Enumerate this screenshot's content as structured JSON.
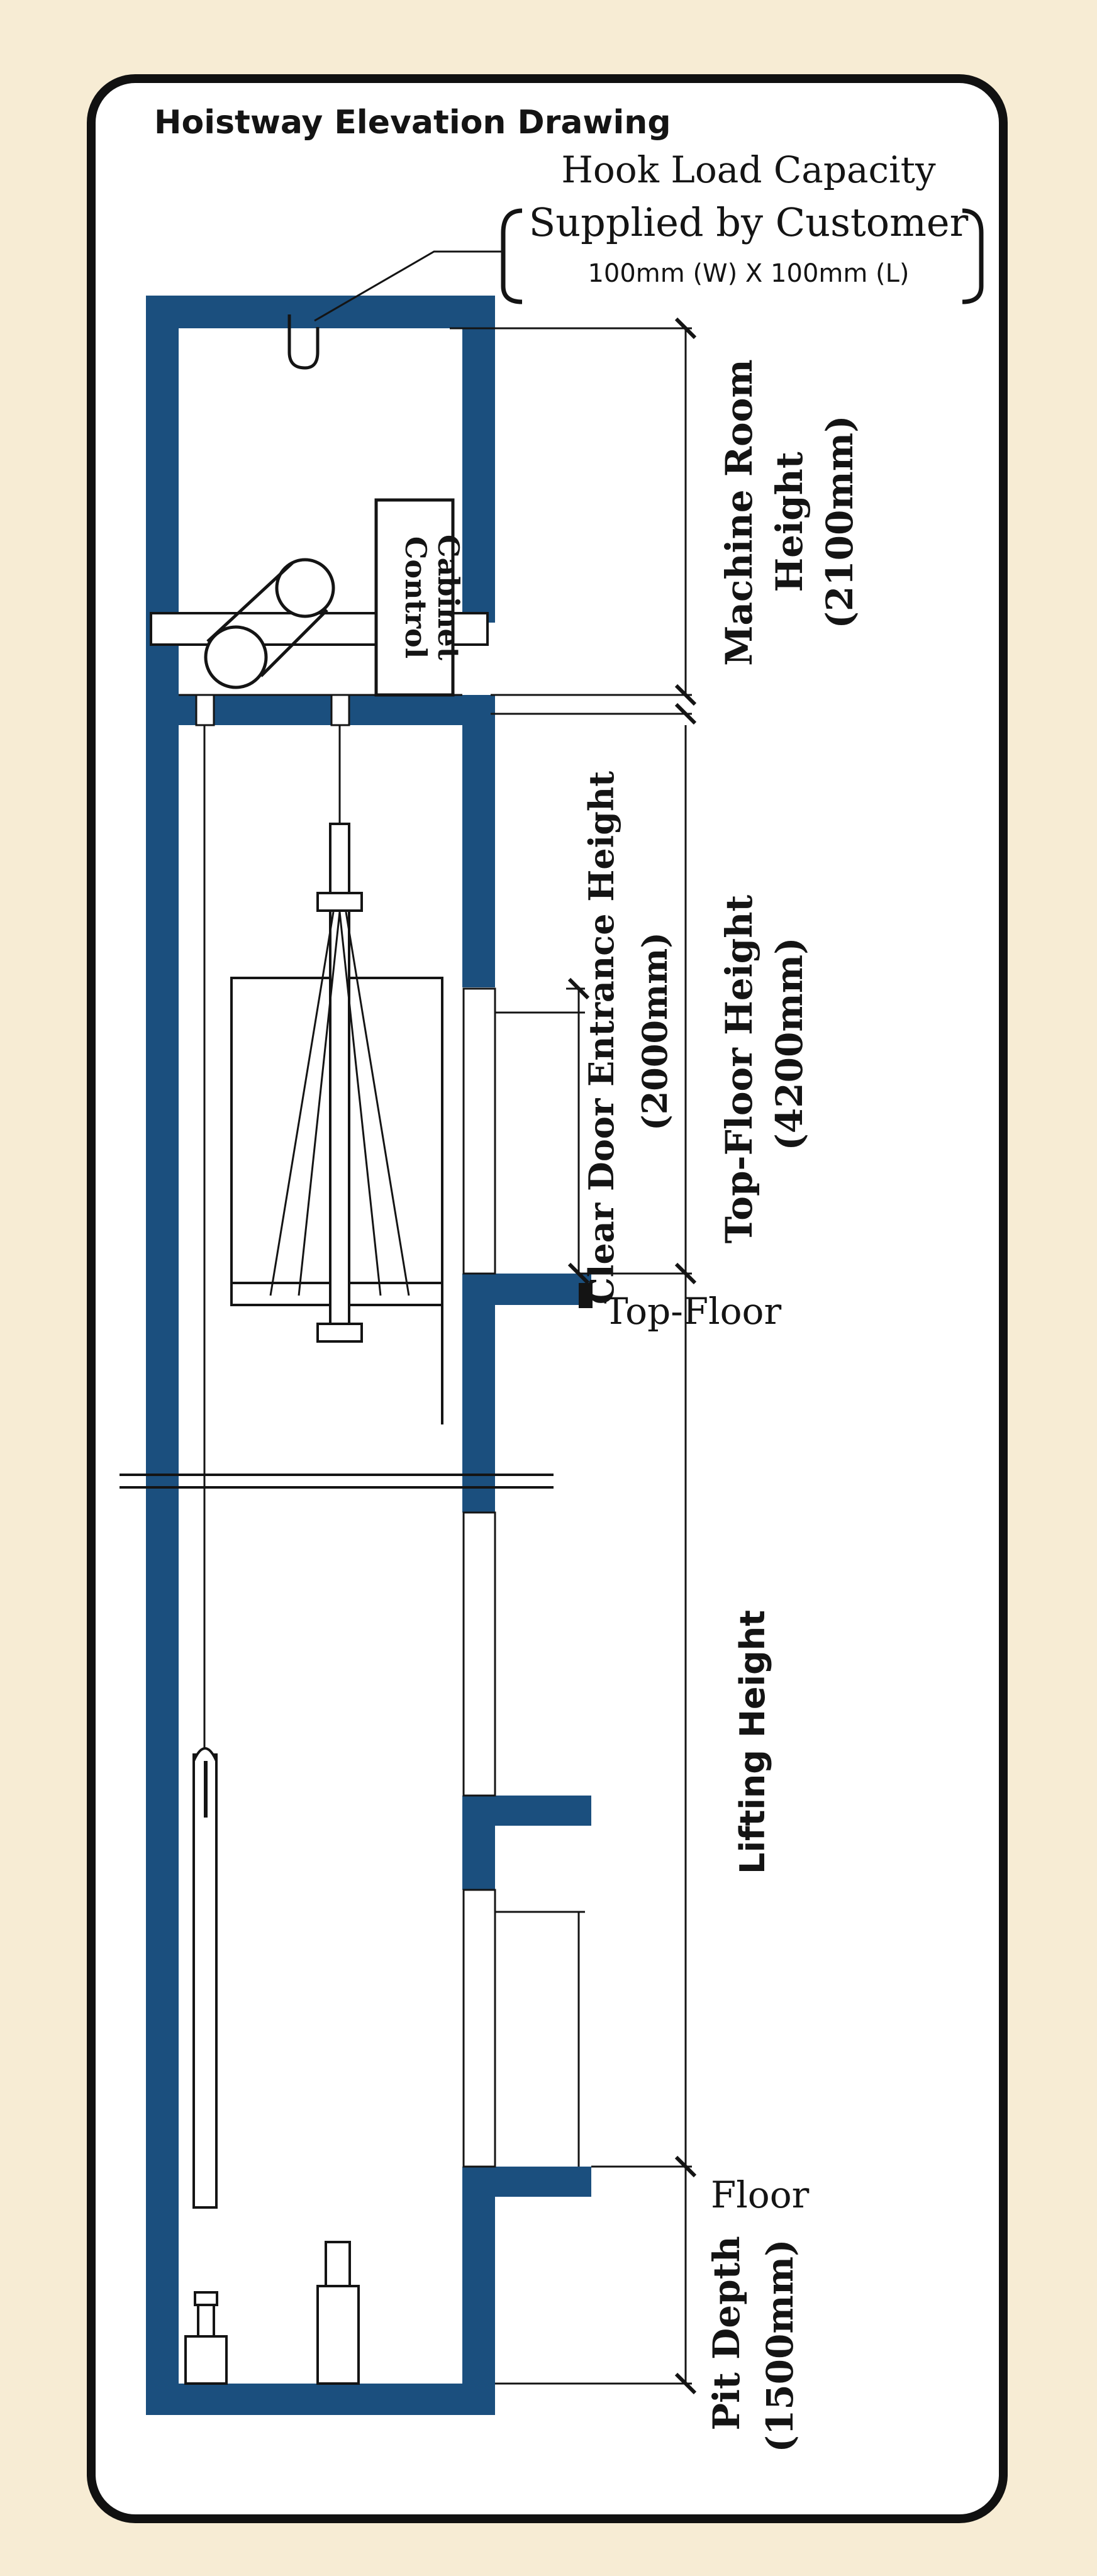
{
  "title": "Hoistway Elevation Drawing",
  "hook": {
    "line1": "Hook Load Capacity",
    "line2": "Supplied by Customer",
    "line3": "100mm (W) X 100mm (L)"
  },
  "control_cabinet": {
    "line1": "Control",
    "line2": "Cabinet"
  },
  "dimensions": {
    "machine_room": {
      "line1": "Machine Room",
      "line2": "Height",
      "line3": "(2100mm)"
    },
    "top_floor_height": {
      "line1": "Top-Floor Height",
      "line2": "(4200mm)"
    },
    "clear_door": {
      "line1": "Clear Door Entrance Height",
      "line2": "(2000mm)"
    },
    "lifting_height": "Lifting Height",
    "pit_depth": {
      "line1": "Pit Depth",
      "line2": "(1500mm)"
    }
  },
  "levels": {
    "top_floor": "Top-Floor",
    "floor": "Floor"
  },
  "colors": {
    "wall": "#1b4f7e",
    "background": "#f7ecd4",
    "panel": "#ffffff",
    "line": "#141414"
  }
}
